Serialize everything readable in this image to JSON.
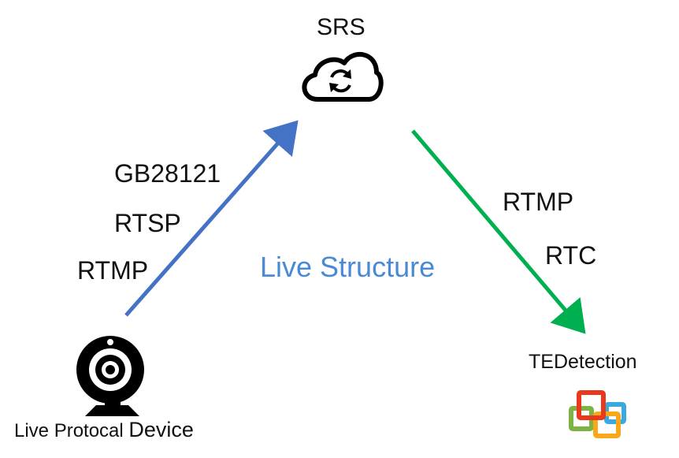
{
  "diagram": {
    "center_title": "Live Structure",
    "server": {
      "label": "SRS",
      "icon": "cloud-sync-icon"
    },
    "ingest": {
      "protocols": [
        "GB28121",
        "RTSP",
        "RTMP"
      ],
      "color": "#4472c4"
    },
    "egress": {
      "protocols": [
        "RTMP",
        "RTC"
      ],
      "color": "#00b050"
    },
    "source": {
      "label_part1": "Live Protocal",
      "label_part2": "Device",
      "icon": "webcam-icon"
    },
    "target": {
      "label": "TEDetection",
      "icon": "windows-logo-icon",
      "logo_colors": [
        "#e8391d",
        "#3aa9e0",
        "#7cb342",
        "#f7a81b"
      ]
    }
  }
}
